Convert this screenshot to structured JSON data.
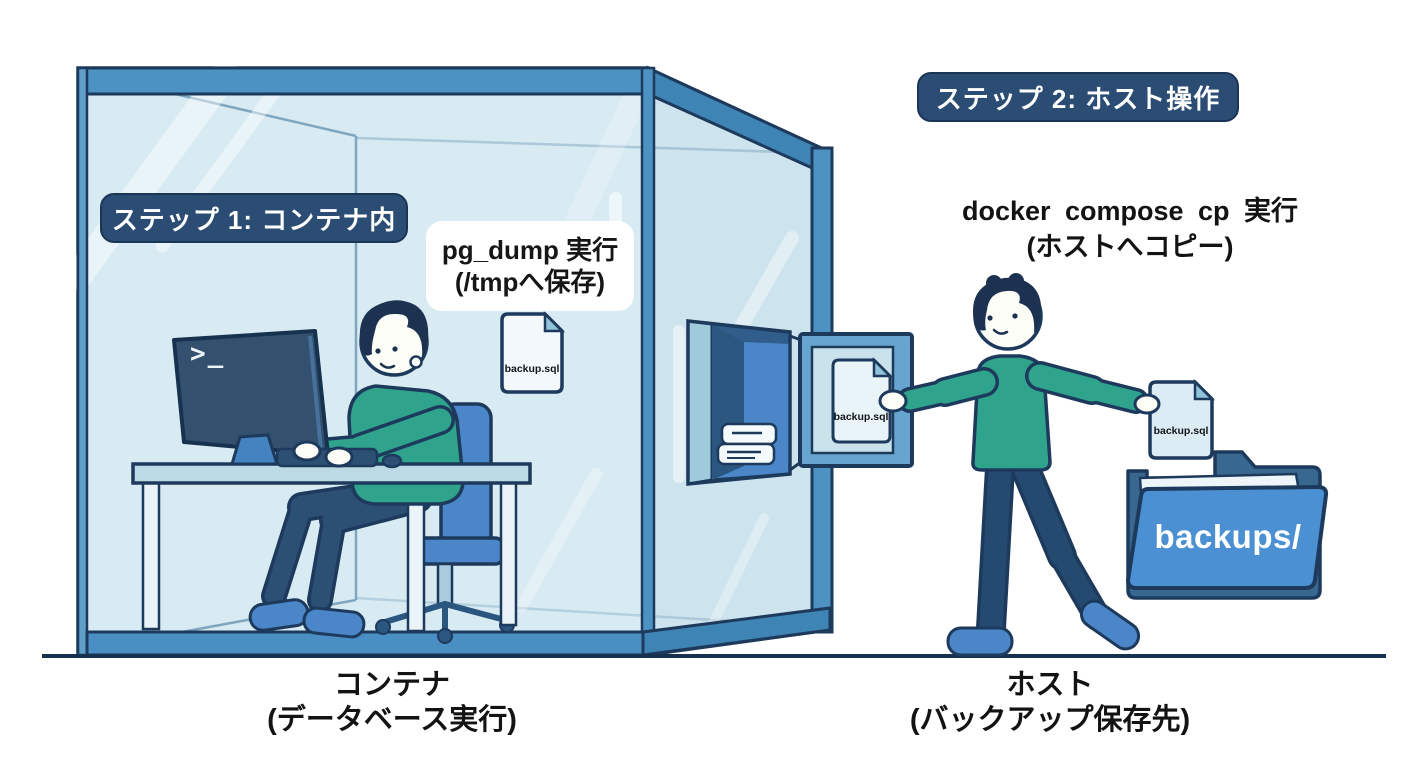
{
  "badges": {
    "step1": "ステップ 1: コンテナ内",
    "step2": "ステップ 2: ホスト操作"
  },
  "notes": {
    "pg_dump_line1": "pg_dump 実行",
    "pg_dump_line2": "(/tmpへ保存)",
    "docker_line1": "docker compose cp 実行",
    "docker_line2": "(ホストへコピー)"
  },
  "terminal": {
    "prompt": ">_"
  },
  "files": {
    "container_tmp": "backup.sql",
    "hatch_door": "backup.sql",
    "host_copy": "backup.sql"
  },
  "folder": {
    "name": "backups/"
  },
  "captions": {
    "container_title": "コンテナ",
    "container_subtitle": "(データベース実行)",
    "host_title": "ホスト",
    "host_subtitle": "(バックアップ保存先)"
  },
  "colors": {
    "outline_navy": "#1d3a5c",
    "glass_front": "#d8ebf3",
    "glass_side": "#cde3ed",
    "frame_blue": "#4c93c3",
    "badge_bg": "#2b4d74",
    "shirt_teal": "#2fa38c",
    "hair_navy": "#1d3250",
    "monitor_navy": "#33506e",
    "chair_shoe_blue": "#4a86c8",
    "folder_front": "#4a90d2",
    "folder_back": "#38688f",
    "file_fold": "#8fc3d9",
    "white_card": "#ffffff"
  }
}
